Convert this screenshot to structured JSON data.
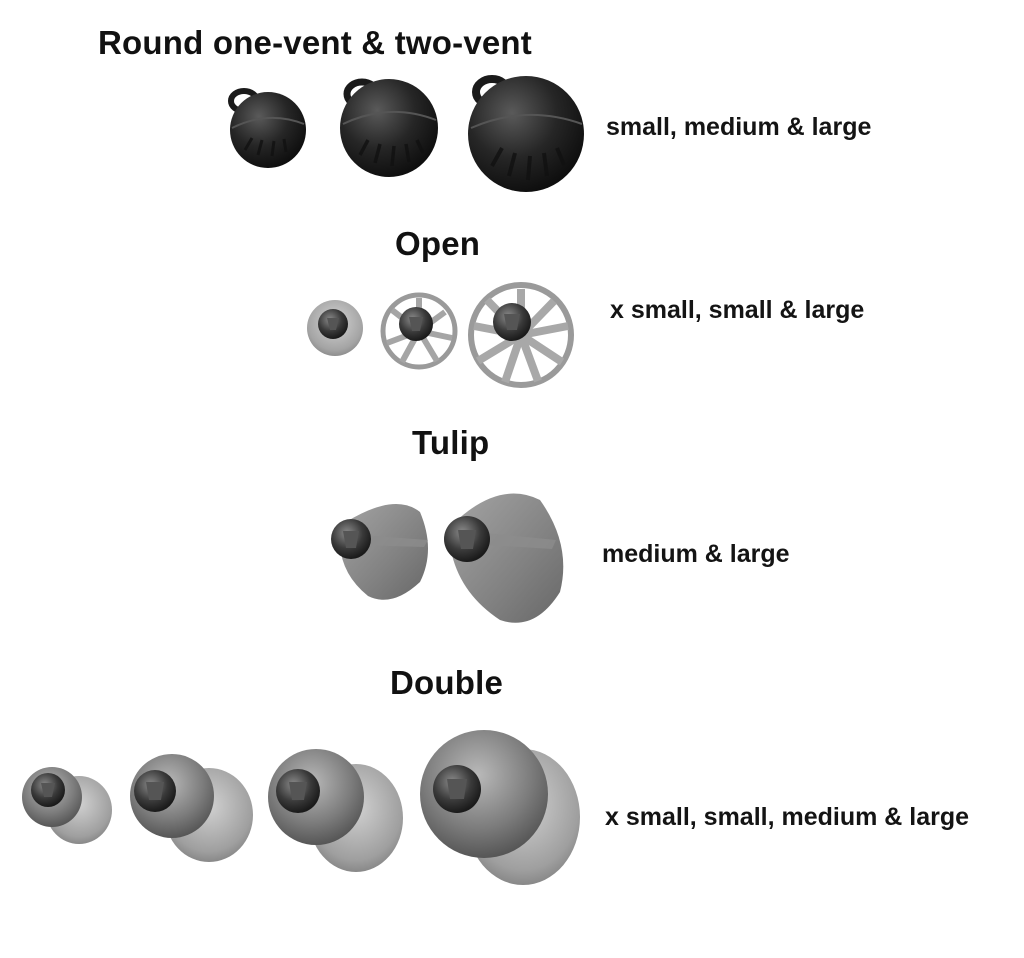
{
  "sections": [
    {
      "id": "round",
      "title": "Round one-vent & two-vent",
      "sizes": "small, medium & large",
      "icon": "round-dome-icon"
    },
    {
      "id": "open",
      "title": "Open",
      "sizes": "x small, small & large",
      "icon": "open-dome-icon"
    },
    {
      "id": "tulip",
      "title": "Tulip",
      "sizes": "medium & large",
      "icon": "tulip-dome-icon"
    },
    {
      "id": "double",
      "title": "Double",
      "sizes": "x small, small, medium & large",
      "icon": "double-dome-icon"
    }
  ],
  "colors": {
    "round_dome": "#2b2b2b",
    "translucent_dome": "#6f6f6f",
    "open_dome": "#9a9a9a",
    "text": "#111111"
  }
}
